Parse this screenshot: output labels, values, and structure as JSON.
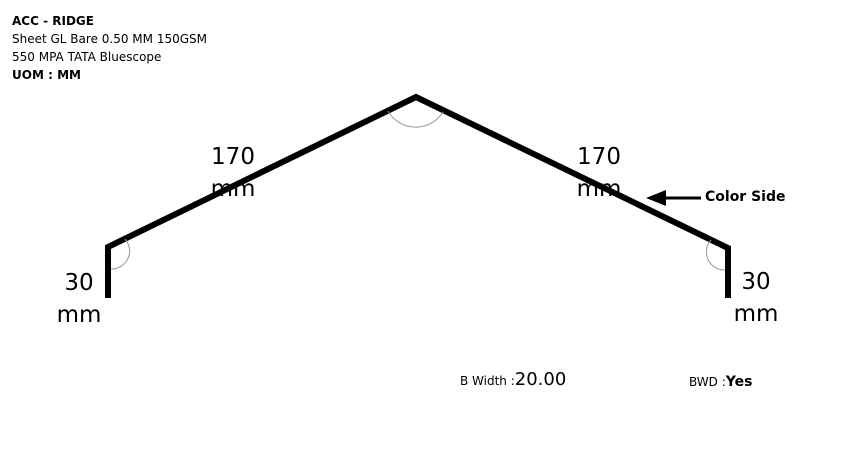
{
  "header": {
    "title": "ACC - RIDGE",
    "material_line1": "Sheet GL Bare 0.50 MM 150GSM",
    "material_line2": "550 MPA TATA Bluescope",
    "uom_label": "UOM :",
    "uom_value": "MM"
  },
  "dimensions": {
    "left_flange": {
      "value": "30",
      "unit": "mm"
    },
    "left_slope": {
      "value": "170",
      "unit": "mm"
    },
    "right_slope": {
      "value": "170",
      "unit": "mm"
    },
    "right_flange": {
      "value": "30",
      "unit": "mm"
    }
  },
  "annotation": {
    "color_side": "Color Side"
  },
  "footer": {
    "b_width_label": "B Width :",
    "b_width_value": "20.00",
    "bwd_label": "BWD :",
    "bwd_value": "Yes"
  },
  "colors": {
    "profile": "#000000",
    "angle_arc": "#999999"
  }
}
